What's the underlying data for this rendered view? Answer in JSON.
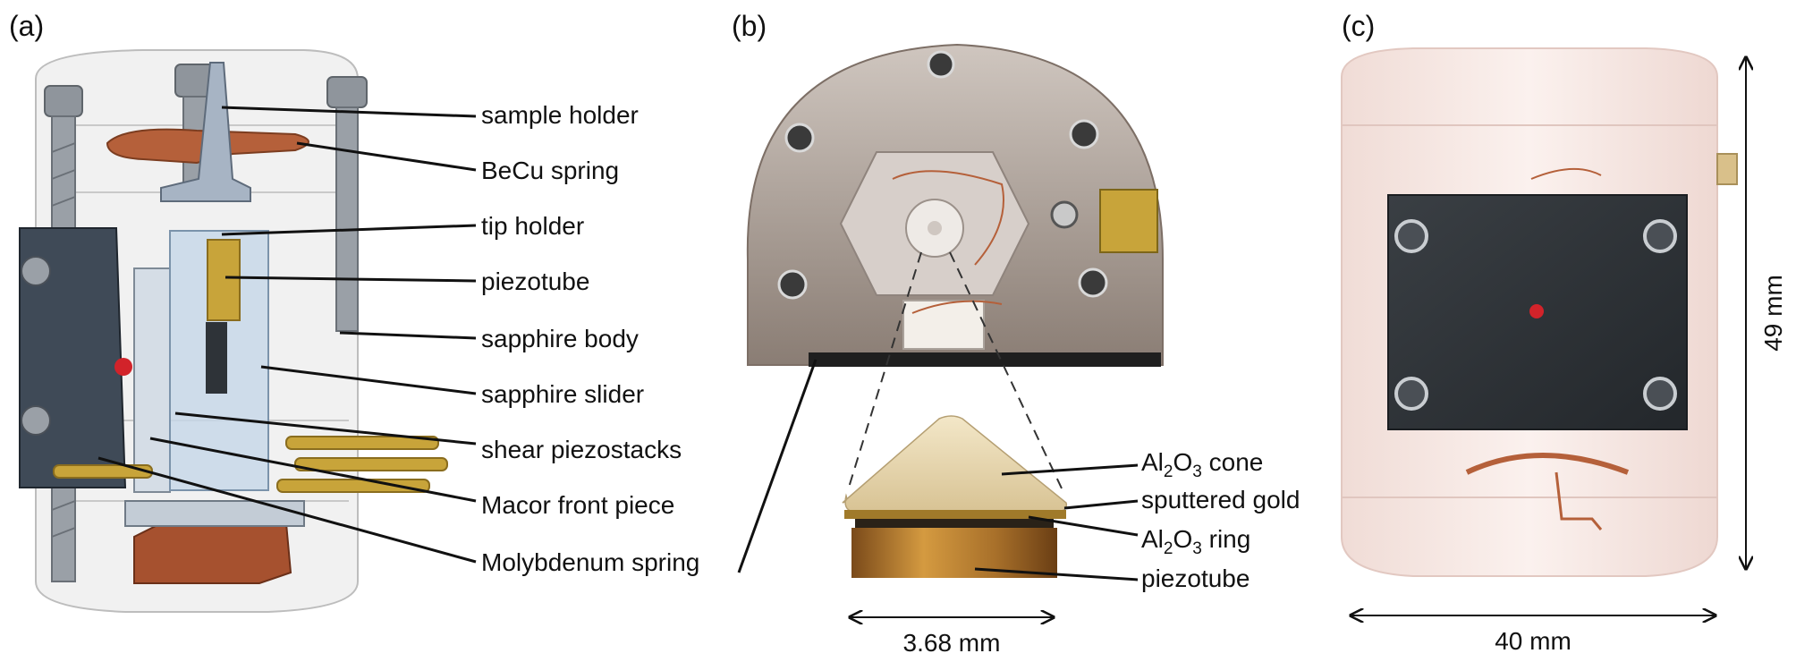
{
  "panels": {
    "a": "(a)",
    "b": "(b)",
    "c": "(c)"
  },
  "labels_a": {
    "sample_holder": "sample holder",
    "becu_spring": "BeCu spring",
    "tip_holder": "tip holder",
    "piezotube": "piezotube",
    "sapphire_body": "sapphire body",
    "sapphire_slider": "sapphire slider",
    "shear_piezostacks": "shear piezostacks",
    "macor_front_piece": "Macor front piece",
    "molybdenum_spring": "Molybdenum spring"
  },
  "labels_b": {
    "cone_formula_main": "Al",
    "cone_formula_sub1": "2",
    "cone_formula_mid": "O",
    "cone_formula_sub2": "3",
    "cone_suffix": " cone",
    "sputtered_gold": "sputtered gold",
    "ring_formula_main": "Al",
    "ring_formula_sub1": "2",
    "ring_formula_mid": "O",
    "ring_formula_sub2": "3",
    "ring_suffix": " ring",
    "piezotube": "piezotube"
  },
  "dimensions": {
    "tip_width": "3.68 mm",
    "body_width": "40 mm",
    "body_height": "49 mm"
  },
  "colors": {
    "copper": "#b5603a",
    "brass": "#c8a43a",
    "steel": "#8a9099",
    "dark_plate": "#2e3338",
    "sapphire": "#e8e6e6",
    "photo_metal": "#9b8e86",
    "ceramic_cone": "#ecdcb8",
    "red_dot": "#d2232a"
  }
}
